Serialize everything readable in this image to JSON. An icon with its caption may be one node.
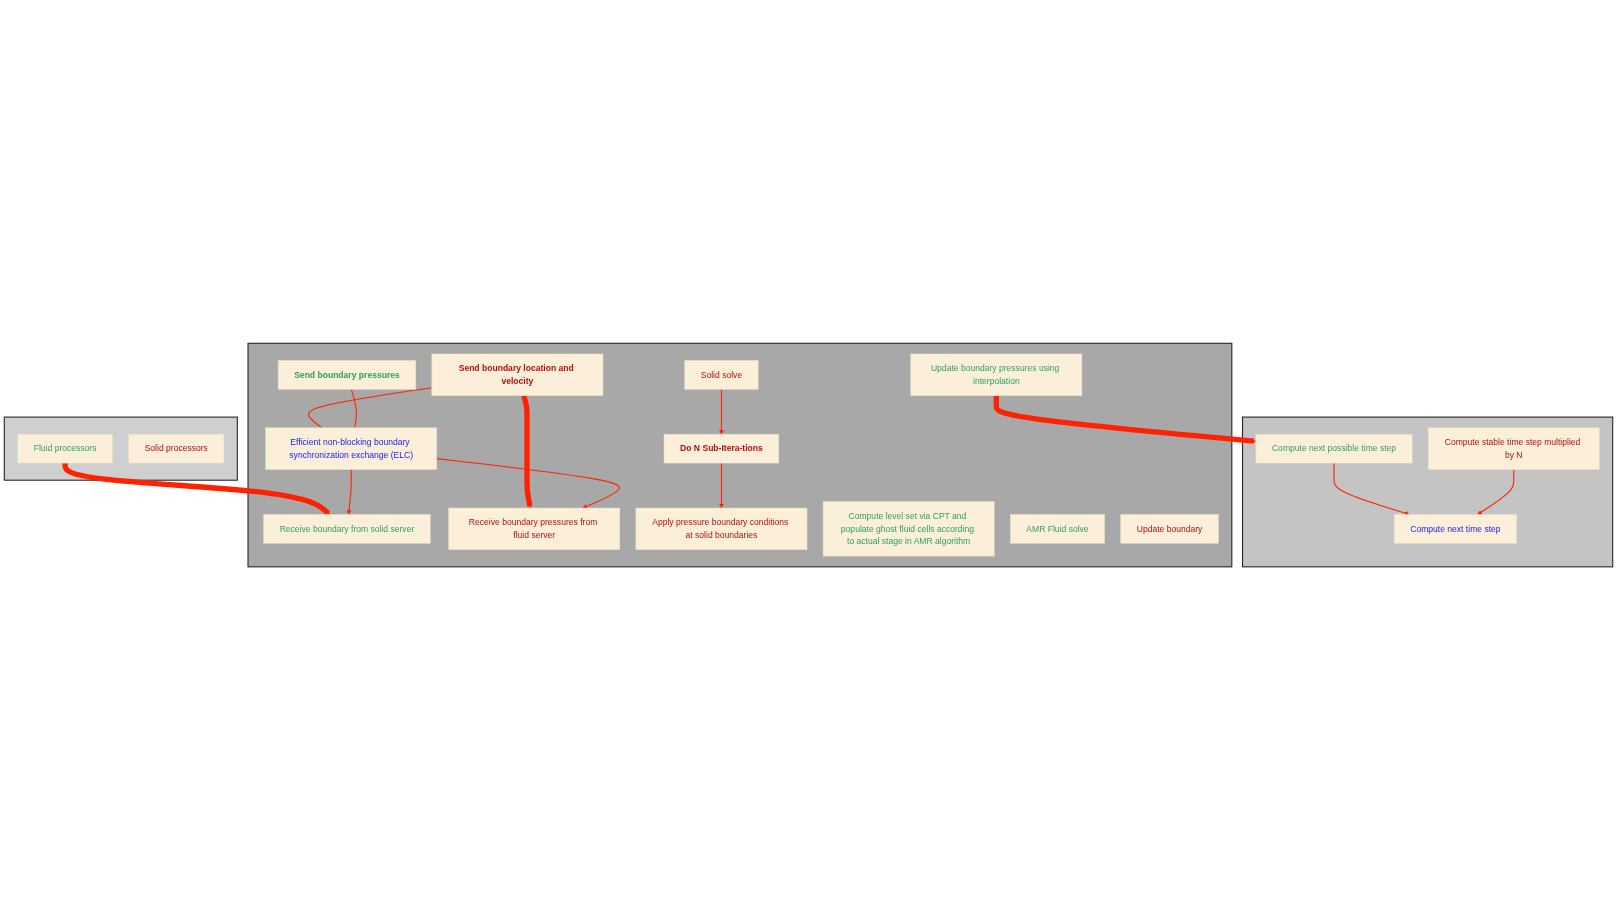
{
  "diagram": {
    "nodes": [
      {
        "text": [],
        "shape": "box"
      },
      {
        "text": [
          "Fluid processors"
        ],
        "in": 0
      },
      {
        "text": [
          "Solid processors"
        ],
        "in": 0
      },
      {
        "text": [],
        "shape": "box"
      },
      {
        "text": [
          "Receive boundary from solid server"
        ],
        "in": 3
      },
      {
        "text": [
          "Compute level set via CPT and populate ghost fluid cells according to actual stage in AMR algorithm"
        ],
        "in": 3
      },
      {
        "text": [
          "AMR Fluid solve"
        ],
        "in": 3
      },
      {
        "text": [
          "Update boundary pressures using interpolation"
        ],
        "in": 3
      },
      {
        "text": [
          "Send boundary pressures"
        ],
        "in": 3
      },
      {
        "text": [
          "Efficient non-blocking boundary synchronization exchange (ELC)"
        ],
        "in": 3
      },
      {
        "text": [
          "Update boundary"
        ],
        "in": 3
      },
      {
        "text": [
          "Send boundary location and velocity"
        ],
        "in": 3
      },
      {
        "text": [
          "Receive boundary pressures from fluid server"
        ],
        "in": 3
      },
      {
        "text": [
          "Apply pressure boundary conditions at solid boundaries"
        ],
        "in": 3
      },
      {
        "text": [
          "Solid solve"
        ],
        "in": 3
      },
      {
        "text": [
          "Do N Sub-Itera-tions"
        ],
        "in": 3
      },
      {
        "text": [],
        "shape": "box"
      },
      {
        "text": [
          "Compute next possible time step"
        ],
        "in": 16
      },
      {
        "text": [
          "Compute next time step"
        ],
        "in": 16
      },
      {
        "text": [
          "Compute stable time step multiplied by N"
        ],
        "in": 16
      }
    ],
    "edges": [
      {
        "from": 1,
        "to": 4,
        "arrow": "to",
        "style": "thick"
      },
      {
        "from": 9,
        "to": 4,
        "arrow": "to"
      },
      {
        "from": 11,
        "to": 9,
        "arrow": "none"
      },
      {
        "from": 11,
        "to": 12,
        "arrow": "to",
        "style": "thick"
      },
      {
        "from": 9,
        "to": 12,
        "arrow": "to"
      },
      {
        "from": 8,
        "to": 9,
        "arrow": "none"
      },
      {
        "from": 15,
        "to": 13,
        "arrow": "to"
      },
      {
        "from": 14,
        "to": 15,
        "arrow": "to"
      },
      {
        "from": 7,
        "to": 17,
        "arrow": "to",
        "style": "thick"
      },
      {
        "from": 17,
        "to": 18,
        "arrow": "to"
      },
      {
        "from": 19,
        "to": 18,
        "arrow": "to"
      }
    ]
  }
}
